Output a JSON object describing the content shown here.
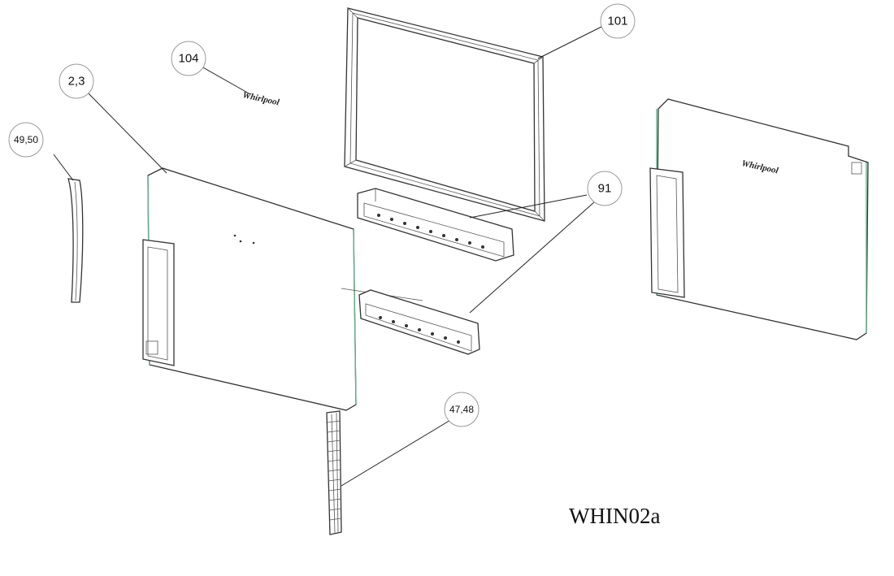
{
  "callouts": {
    "c101": "101",
    "c104": "104",
    "c23": "2,3",
    "c4950": "49,50",
    "c91": "91",
    "c4748": "47,48"
  },
  "diagram_code": "WHIN02a",
  "logo": "Whirlpool"
}
